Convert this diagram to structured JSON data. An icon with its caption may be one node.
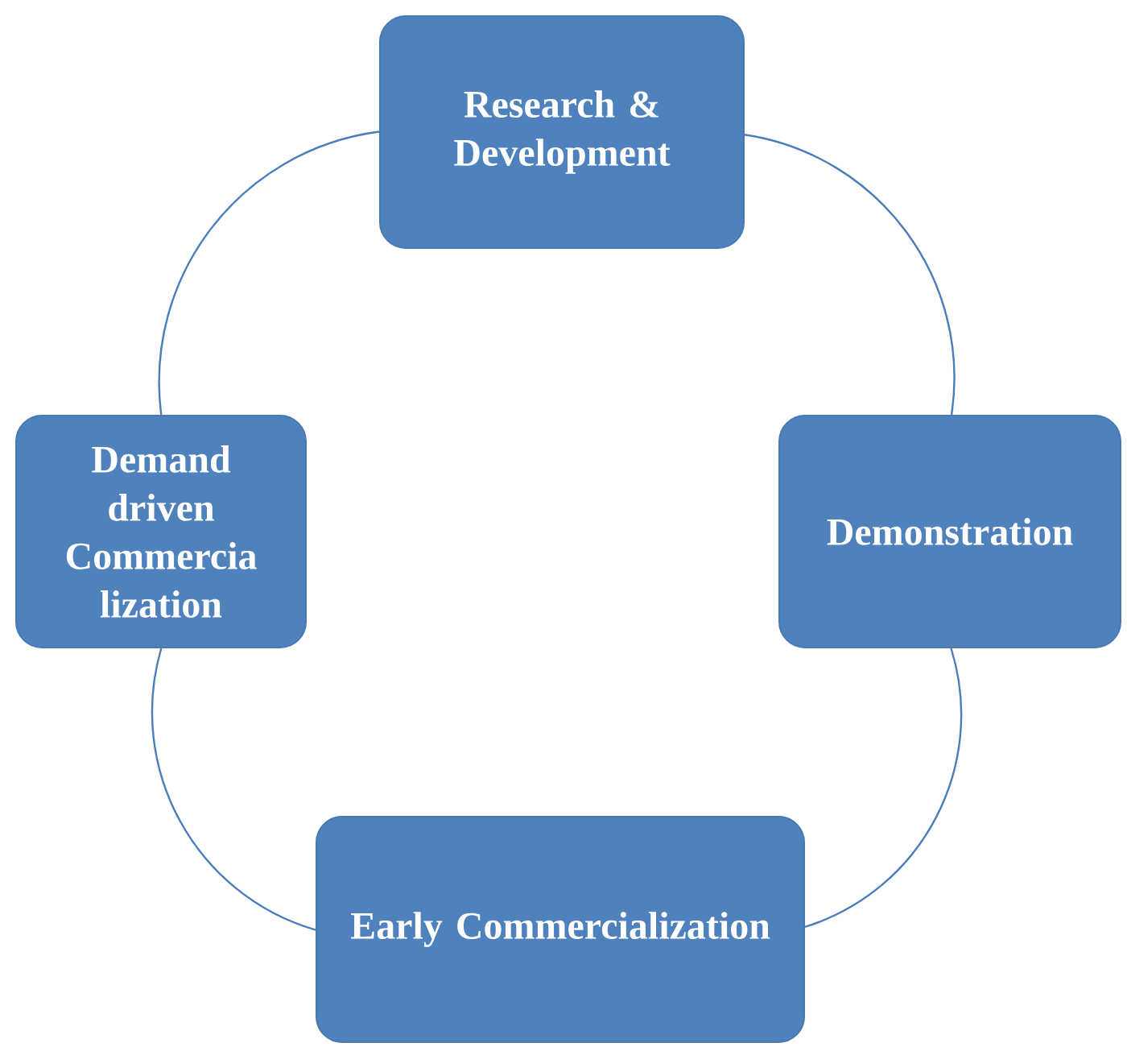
{
  "diagram": {
    "nodes": [
      {
        "text": [
          "Research & Development"
        ]
      },
      {
        "text": [
          "Demonstration"
        ]
      },
      {
        "text": [
          "Early Commercialization"
        ]
      },
      {
        "text": [
          "Demand driven Commercia lization"
        ]
      }
    ],
    "edges": [
      {
        "from": 0,
        "to": 1,
        "arrow": "none"
      },
      {
        "from": 1,
        "to": 2,
        "arrow": "none"
      },
      {
        "from": 2,
        "to": 3,
        "arrow": "none"
      },
      {
        "from": 3,
        "to": 0,
        "arrow": "none"
      }
    ]
  }
}
